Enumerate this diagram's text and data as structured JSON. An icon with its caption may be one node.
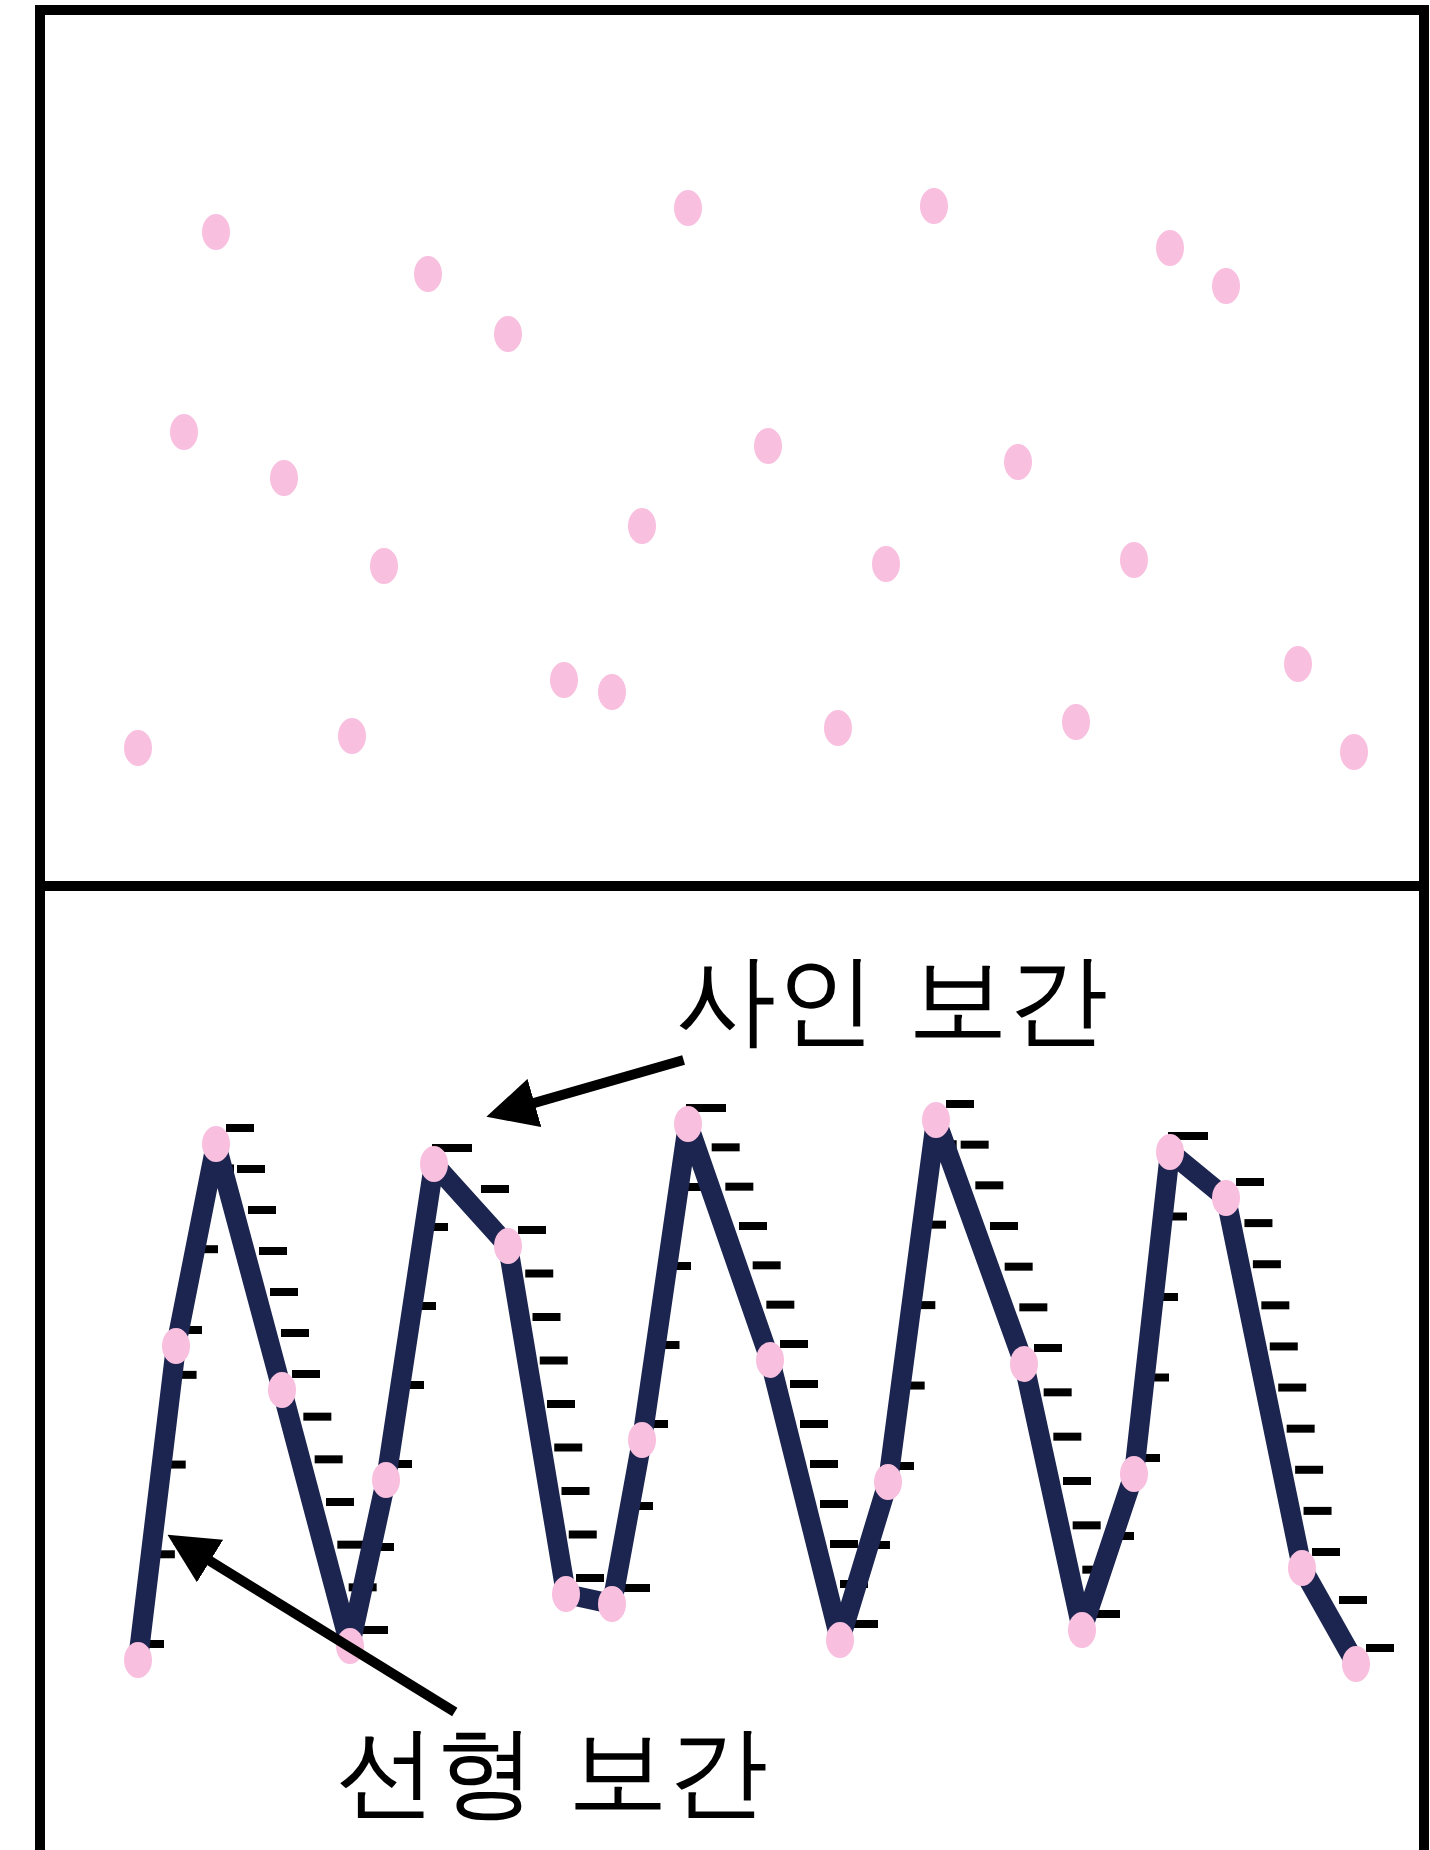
{
  "diagram": {
    "nodes": [
      {
        "text": [
          "사인 보간"
        ]
      },
      {
        "text": [
          "선형 보간"
        ]
      }
    ],
    "edges": [
      {
        "from": 0,
        "to": null,
        "arrow": "to"
      },
      {
        "from": 1,
        "to": null,
        "arrow": "to"
      }
    ]
  }
}
